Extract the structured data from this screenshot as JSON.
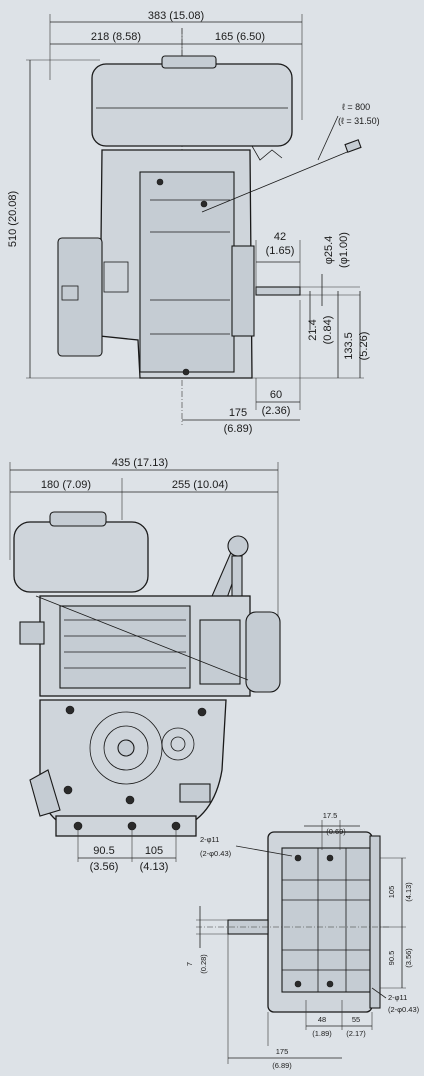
{
  "front_view": {
    "overall_width": "383 (15.08)",
    "left_width": "218 (8.58)",
    "right_width": "165 (6.50)",
    "height": "510 (20.08)",
    "cable_length_mm": "ℓ = 800",
    "cable_length_in": "(ℓ = 31.50)",
    "shaft_length_mm": "42",
    "shaft_length_in": "(1.65)",
    "shaft_dia_mm": "φ25.4",
    "shaft_dia_in": "(φ1.00)",
    "key_mm": "21.4",
    "key_in": "(0.84)",
    "shaft_height_mm": "133.5",
    "shaft_height_in": "(5.26)",
    "offset_mm": "60",
    "offset_in": "(2.36)",
    "base_mm": "175",
    "base_in": "(6.89)"
  },
  "side_view": {
    "overall_width": "435 (17.13)",
    "left_width": "180 (7.09)",
    "right_width": "255 (10.04)",
    "bolt_left_mm": "90.5",
    "bolt_left_in": "(3.56)",
    "bolt_right_mm": "105",
    "bolt_right_in": "(4.13)"
  },
  "base_view": {
    "top_offset_mm": "17.5",
    "top_offset_in": "(0.69)",
    "hole_top": "2-φ11",
    "hole_top_in": "(2-φ0.43)",
    "spacing_105_mm": "105",
    "spacing_105_in": "(4.13)",
    "spacing_905_mm": "90.5",
    "spacing_905_in": "(3.56)",
    "key_width_mm": "7",
    "key_width_in": "(0.28)",
    "hole_bottom": "2-φ11",
    "hole_bottom_in": "(2-φ0.43)",
    "w48_mm": "48",
    "w48_in": "(1.89)",
    "w55_mm": "55",
    "w55_in": "(2.17)",
    "length_mm": "175",
    "length_in": "(6.89)"
  }
}
